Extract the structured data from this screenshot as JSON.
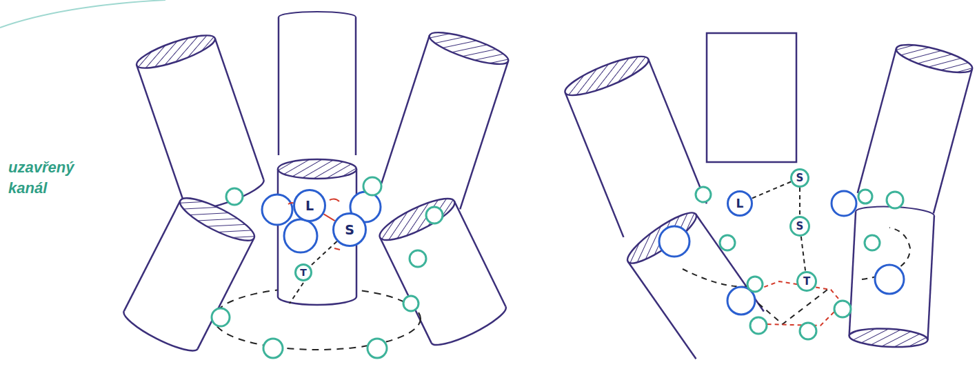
{
  "diagram": {
    "nodes": [
      {
        "text": [
          "L"
        ]
      },
      {
        "text": [
          "S"
        ]
      },
      {
        "text": [
          "T"
        ]
      },
      {
        "text": [
          "S"
        ]
      },
      {
        "text": [
          "L"
        ]
      },
      {
        "text": [
          "S"
        ]
      },
      {
        "text": [
          "T"
        ]
      }
    ],
    "edges": [
      {
        "from": 0,
        "to": 1,
        "arrow": "none"
      },
      {
        "from": 1,
        "to": 2,
        "arrow": "none"
      },
      {
        "from": 3,
        "to": 4,
        "arrow": "none"
      },
      {
        "from": 3,
        "to": 5,
        "arrow": "none"
      },
      {
        "from": 5,
        "to": 6,
        "arrow": "none"
      }
    ],
    "labels": [
      "uzavřený kanál"
    ]
  }
}
